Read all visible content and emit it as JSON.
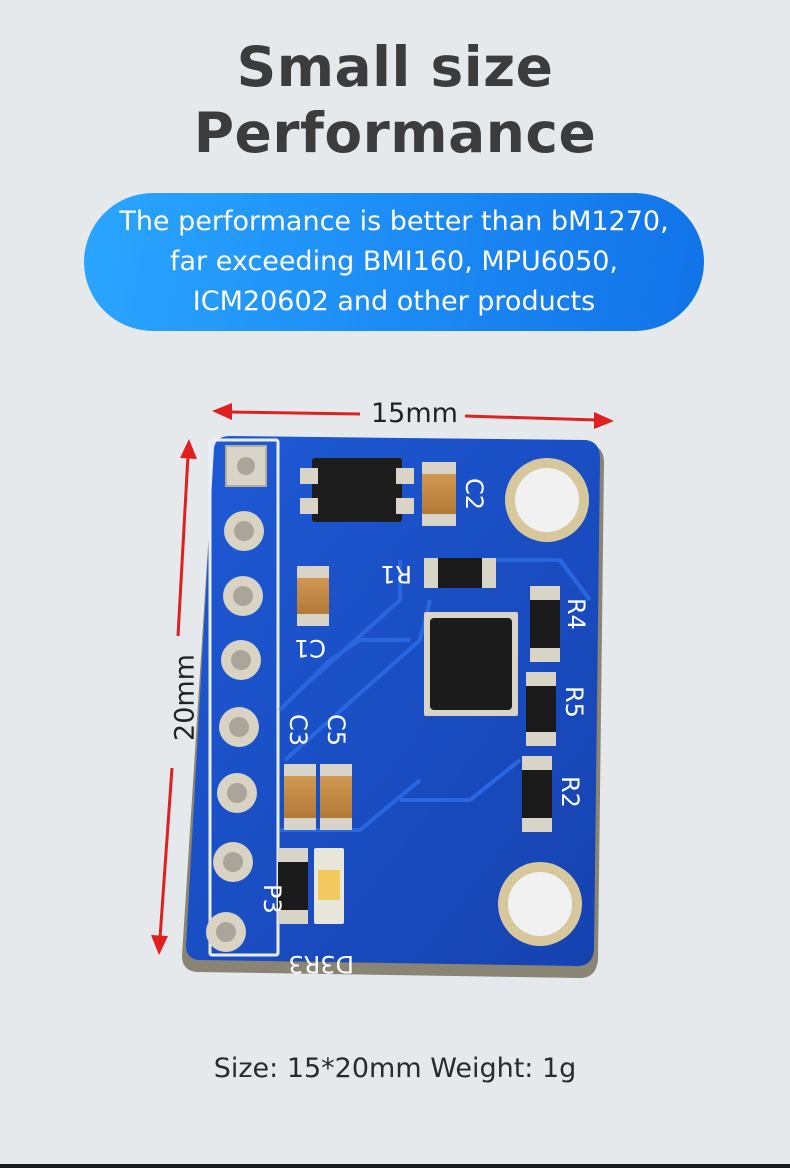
{
  "title": {
    "line1": "Small size",
    "line2": "Performance"
  },
  "banner": {
    "line1": "The performance is better than bM1270,",
    "line2": "far exceeding BMI160, MPU6050,",
    "line3": "ICM20602 and other products"
  },
  "dimensions": {
    "width": "15mm",
    "height": "20mm"
  },
  "board_labels": {
    "c1": "C1",
    "c2": "C2",
    "c3": "C3",
    "c5": "C5",
    "r1": "R1",
    "r2": "R2",
    "r4": "R4",
    "r5": "R5",
    "p3": "P3",
    "d3r3": "D3R3"
  },
  "caption": "Size: 15*20mm Weight: 1g",
  "colors": {
    "background": "#e6e9ec",
    "banner_start": "#2aa6ff",
    "banner_end": "#1172e8",
    "pcb": "#1a4fc8",
    "arrow": "#e0201e"
  }
}
